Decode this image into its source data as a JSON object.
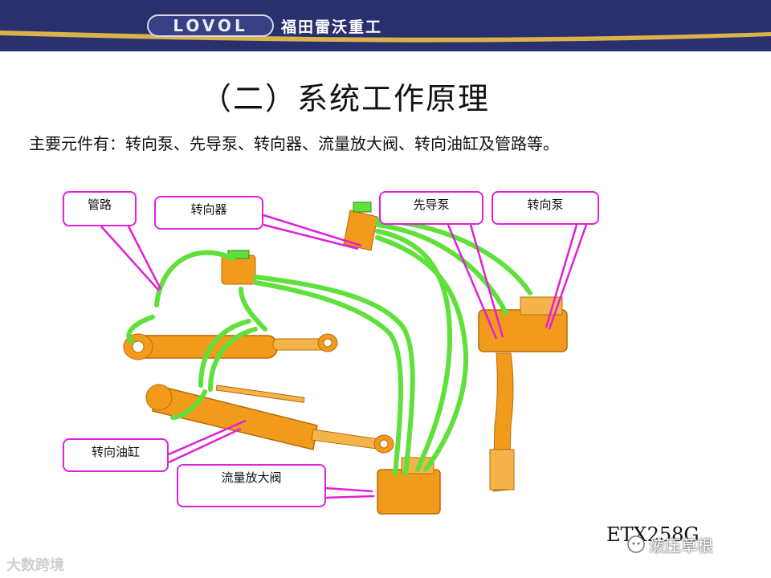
{
  "header": {
    "logo": "LOVOL",
    "company": "福田雷沃重工"
  },
  "title": "（二）系统工作原理",
  "subtitle": "主要元件有：转向泵、先导泵、转向器、流量放大阀、转向油缸及管路等。",
  "callouts": {
    "pipes": "管路",
    "steering_unit": "转向器",
    "pilot_pump": "先导泵",
    "steering_pump": "转向泵",
    "steering_cylinder": "转向油缸",
    "flow_amplifier_valve": "流量放大阀"
  },
  "footer_code": "ETX258G",
  "watermarks": {
    "left": "大数跨境",
    "right": "液压草根"
  },
  "colors": {
    "header_bg": "#2a2f6e",
    "stripe": "#d9b24a",
    "callout_border": "#e020d8",
    "pipe": "#5fe03a",
    "component": "#f29a1c"
  }
}
